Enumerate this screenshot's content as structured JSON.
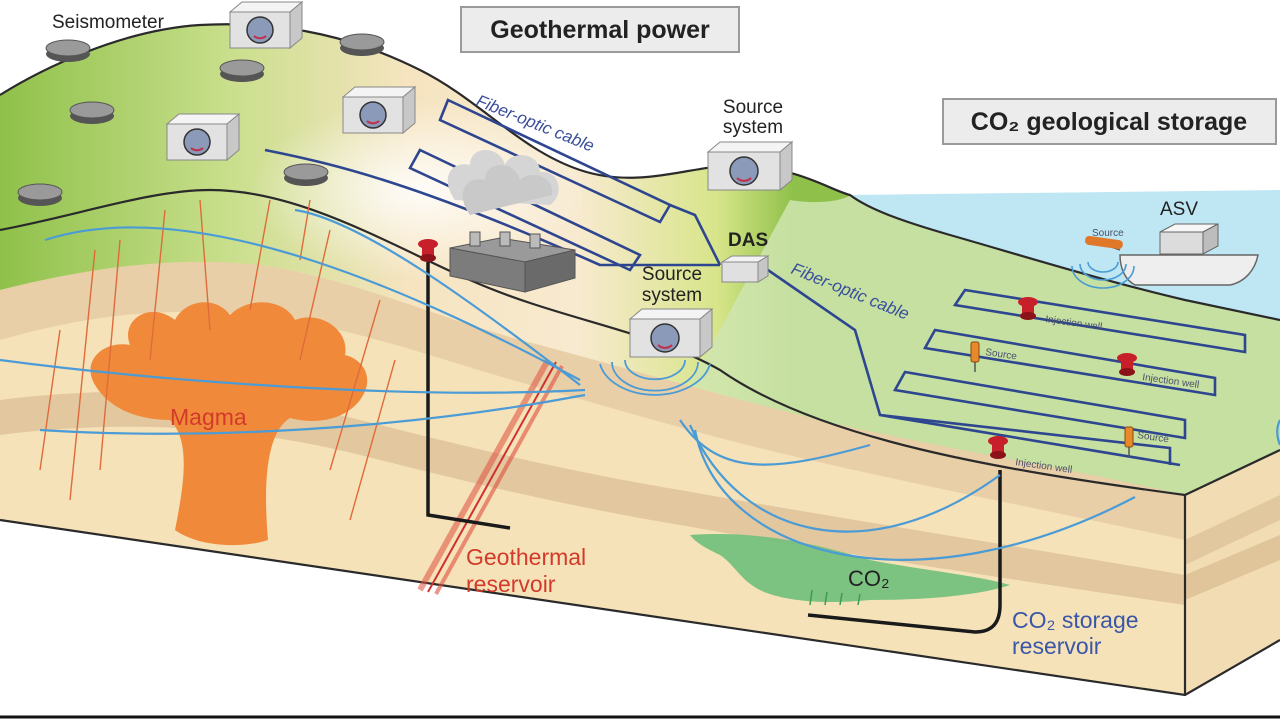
{
  "titles": {
    "geothermal": "Geothermal power",
    "co2_storage": "CO₂ geological storage"
  },
  "labels": {
    "seismometer": "Seismometer",
    "source_system_top_1": "Source",
    "source_system_top_2": "system",
    "source_system_mid_1": "Source",
    "source_system_mid_2": "system",
    "fiber_optic_1": "Fiber-optic cable",
    "fiber_optic_2": "Fiber-optic cable",
    "das": "DAS",
    "asv": "ASV",
    "source_ship": "Source",
    "magma": "Magma",
    "geothermal_reservoir_1": "Geothermal",
    "geothermal_reservoir_2": "reservoir",
    "co2": "CO₂",
    "co2_storage_reservoir_1": "CO₂ storage",
    "co2_storage_reservoir_2": "reservoir",
    "injection_well_1": "Injection well",
    "injection_well_2": "Injection well",
    "injection_well_3": "Injection well",
    "source_small_1": "Source",
    "source_small_2": "Source"
  },
  "colors": {
    "land_green": "#8fc14a",
    "land_tan": "#f3dcb0",
    "sea": "#bfe7f3",
    "magma": "#f08a3a",
    "co2_plume": "#6fbf7a",
    "fiber_cable": "#2e4690",
    "seismic_wave": "#4a9bd6",
    "well_marker": "#c8202a"
  },
  "icons": {
    "seismometer": "seismometer-disc-icon",
    "source_system": "vibrator-source-box-icon",
    "power_plant": "geothermal-plant-icon",
    "injection_well": "injection-well-icon",
    "ship": "autonomous-surface-vessel-icon"
  }
}
